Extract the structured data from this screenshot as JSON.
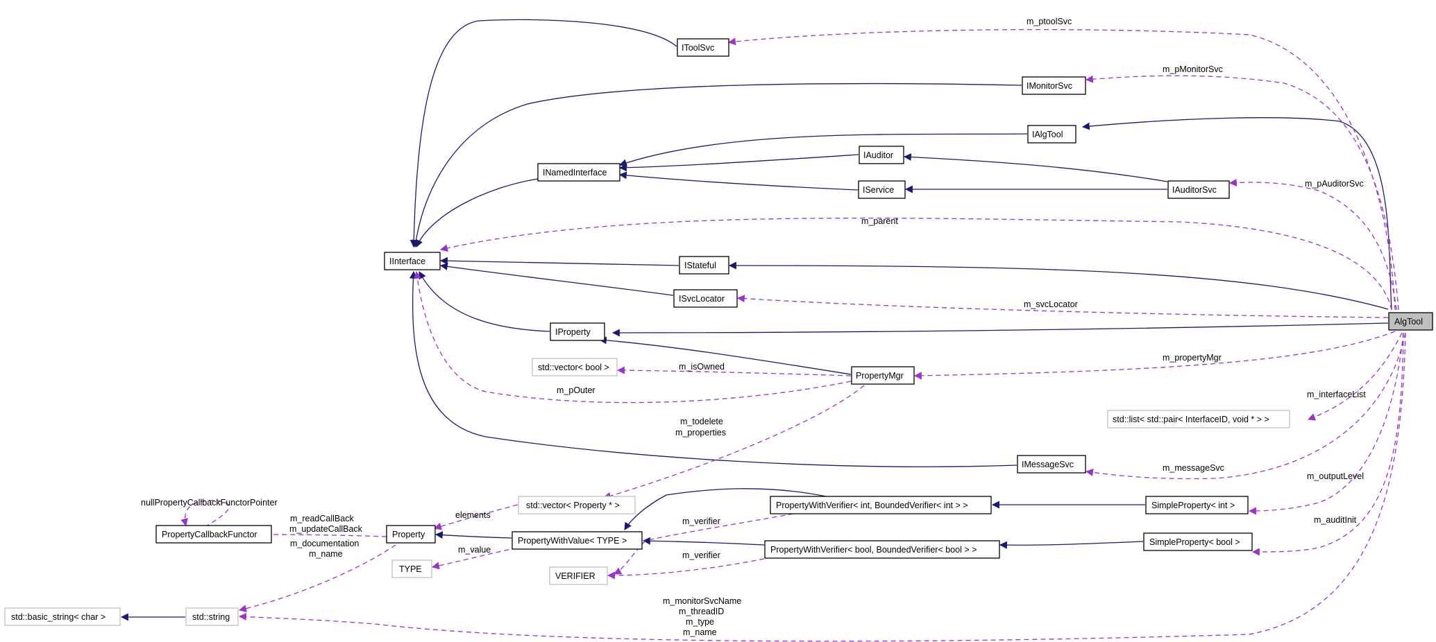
{
  "colors": {
    "inheritance_edge": "#191970",
    "usage_edge": "#9a32cd",
    "node_border": "#000000",
    "external_node_border": "#bfbfbf",
    "focus_node_fill": "#bfbfbf"
  },
  "nodes": {
    "itoolsvc": "IToolSvc",
    "imonitorsvc": "IMonitorSvc",
    "ialgtool": "IAlgTool",
    "iauditor": "IAuditor",
    "inamedinterface": "INamedInterface",
    "iservice": "IService",
    "iauditorsvc": "IAuditorSvc",
    "iinterface": "IInterface",
    "istateful": "IStateful",
    "isvclocator": "ISvcLocator",
    "iproperty": "IProperty",
    "algtool": "AlgTool",
    "vector_bool": "std::vector< bool >",
    "propertymgr": "PropertyMgr",
    "list_pair": "std::list< std::pair< InterfaceID, void * > >",
    "imessagesvc": "IMessageSvc",
    "vector_property": "std::vector< Property * >",
    "pwv_int": "PropertyWithVerifier< int, BoundedVerifier< int > >",
    "simpleproperty_int": "SimpleProperty< int >",
    "propertycallbackfunctor": "PropertyCallbackFunctor",
    "property": "Property",
    "propertywithvalue": "PropertyWithValue< TYPE >",
    "pwv_bool": "PropertyWithVerifier< bool, BoundedVerifier< bool > >",
    "simpleproperty_bool": "SimpleProperty< bool >",
    "type": "TYPE",
    "verifier": "VERIFIER",
    "basic_string": "std::basic_string< char >",
    "string": "std::string"
  },
  "labels": {
    "m_ptoolsvc": "m_ptoolSvc",
    "m_pmonitorsvc": "m_pMonitorSvc",
    "m_pauditorsvc": "m_pAuditorSvc",
    "m_parent": "m_parent",
    "m_svclocator": "m_svcLocator",
    "m_propertymgr": "m_propertyMgr",
    "m_isowned": "m_isOwned",
    "m_pouter": "m_pOuter",
    "m_interfacelist": "m_interfaceList",
    "m_todelete": "m_todelete",
    "m_properties": "m_properties",
    "m_messagesvc": "m_messageSvc",
    "m_outputlevel": "m_outputLevel",
    "nullcallback": "nullPropertyCallbackFunctorPointer",
    "elements": "elements",
    "m_verifier_int": "m_verifier",
    "m_readcallback": "m_readCallBack",
    "m_updatecallback": "m_updateCallBack",
    "m_auditinit": "m_auditInit",
    "m_documentation": "m_documentation",
    "m_name_property": "m_name",
    "m_value": "m_value",
    "m_verifier_bool": "m_verifier",
    "m_monitorsvcname": "m_monitorSvcName",
    "m_threadid": "m_threadID",
    "m_type": "m_type",
    "m_name_algtool": "m_name"
  }
}
